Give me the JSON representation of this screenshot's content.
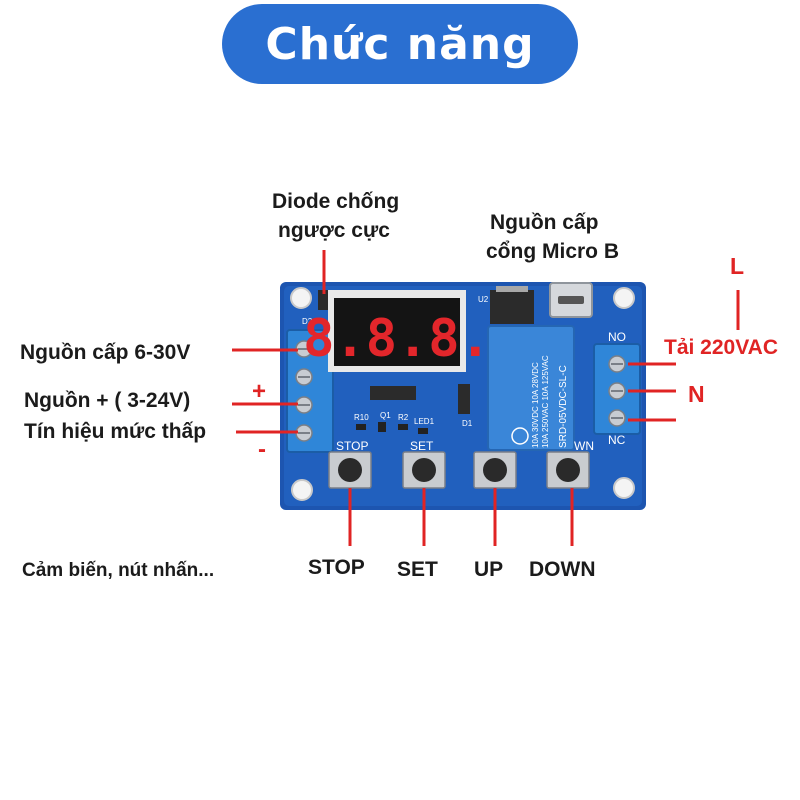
{
  "title": "Chức năng",
  "colors": {
    "title_bg": "#2a6fd1",
    "board": "#1d55b0",
    "terminal": "#2f86d8",
    "relay": "#3a86d8",
    "display_segments": "#e3262b",
    "pointer": "#e02424"
  },
  "labels": {
    "diode_line1": "Diode chống",
    "diode_line2": "ngược cực",
    "micro_line1": "Nguồn cấp",
    "micro_line2": "cổng Micro B",
    "power_6_30": "Nguồn cấp 6-30V",
    "power_plus": "Nguồn + ( 3-24V)",
    "low_signal": "Tín hiệu mức thấp",
    "plus_sign": "+",
    "minus_sign": "-",
    "L": "L",
    "load": "Tải 220VAC",
    "N": "N",
    "sensor": "Cảm biến, nút nhấn...",
    "stop": "STOP",
    "set": "SET",
    "up": "UP",
    "down": "DOWN"
  },
  "board": {
    "display": "8.8.8.",
    "btn_stop": "STOP",
    "btn_set": "SET",
    "btn_down": "WN",
    "relay_text1": "SRD-05VDC-SL-C",
    "relay_text2": "10A 250VAC 10A 125VAC",
    "relay_text3": "10A 30VDC 10A 28VDC",
    "terminal_no": "NO",
    "terminal_nc": "NC",
    "silk_d2": "D2",
    "silk_r10": "R10",
    "silk_q1": "Q1",
    "silk_r2": "R2",
    "silk_led1": "LED1",
    "silk_d1": "D1",
    "silk_u2": "U2"
  }
}
